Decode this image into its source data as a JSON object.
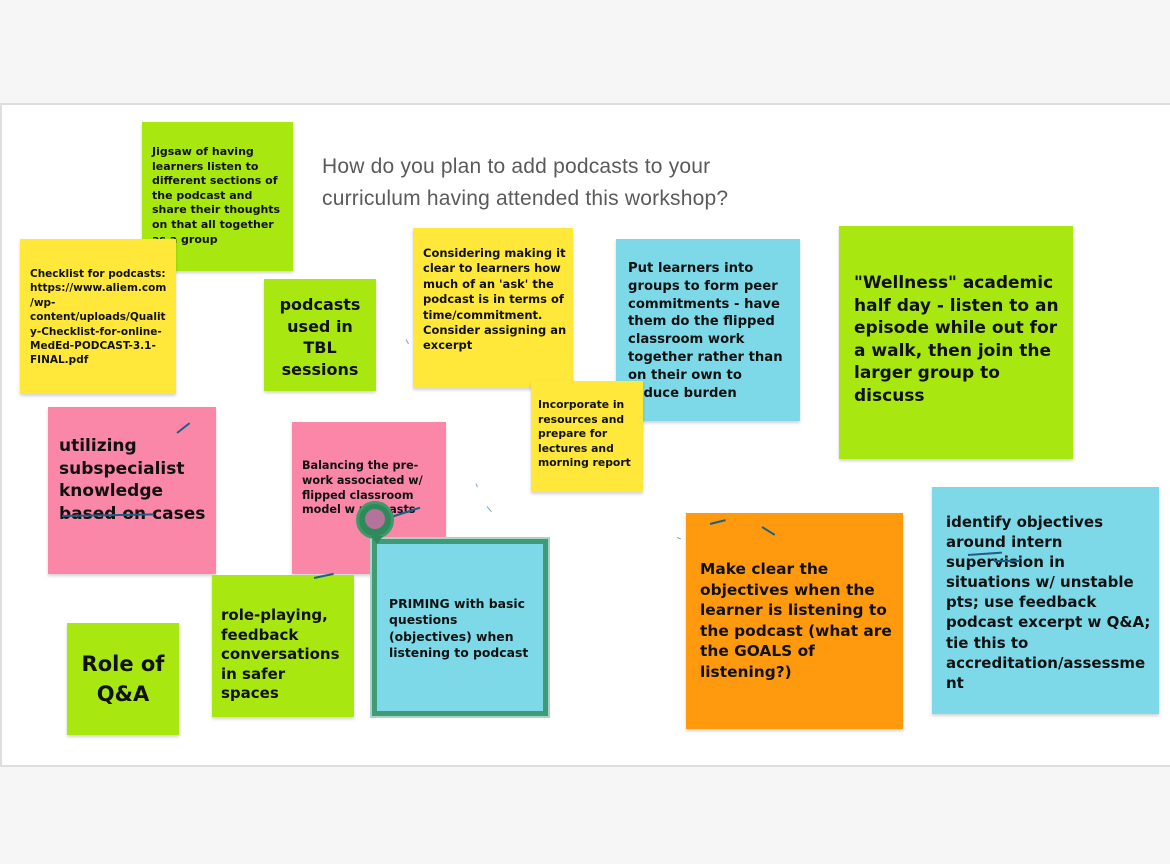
{
  "board": {
    "prompt": "How do you plan to add podcasts to your curriculum having attended this workshop?",
    "notes": {
      "jigsaw": "Jigsaw of having learners listen to different sections of the podcast and share their thoughts on that all together as a group",
      "checklist": "Checklist for podcasts: https://www.aliem.com/wp-content/uploads/Quality-Checklist-for-online-MedEd-PODCAST-3.1-FINAL.pdf",
      "tbl": "podcasts used in TBL sessions",
      "considering": "Considering making it clear to learners how much of an 'ask' the podcast is in terms of time/commitment. Consider assigning an excerpt",
      "peer_groups": "Put learners into groups to form peer commitments - have them do the flipped classroom work together rather than on their own to reduce burden",
      "wellness": "\"Wellness\" academic half day - listen to an episode while out for a walk, then join the larger group to discuss",
      "incorporate": "Incorporate in resources and prepare for lectures and morning report",
      "subspecialist": "utilizing subspecialist knowledge based on cases",
      "balancing": "Balancing the pre-work associated w/ flipped classroom model w podcasts",
      "priming": "PRIMING with basic questions (objectives) when listening to podcast",
      "role_playing": "role-playing, feedback conversations in safer spaces",
      "role_qa": "Role of Q&A",
      "objectives": "Make clear the objectives when the learner is listening to the podcast (what are the GOALS of listening?)",
      "intern": "identify objectives around intern supervision in situations w/ unstable pts; use feedback podcast excerpt w Q&A; tie this to accreditation/assessment"
    }
  },
  "colors": {
    "green": "#a8e810",
    "yellow": "#ffe83a",
    "blue": "#7dd9e8",
    "pink": "#fa86a8",
    "orange": "#ff9a0e",
    "selection": "#3f9a78"
  },
  "icons": {
    "avatar": "user-avatar-pin-icon"
  }
}
